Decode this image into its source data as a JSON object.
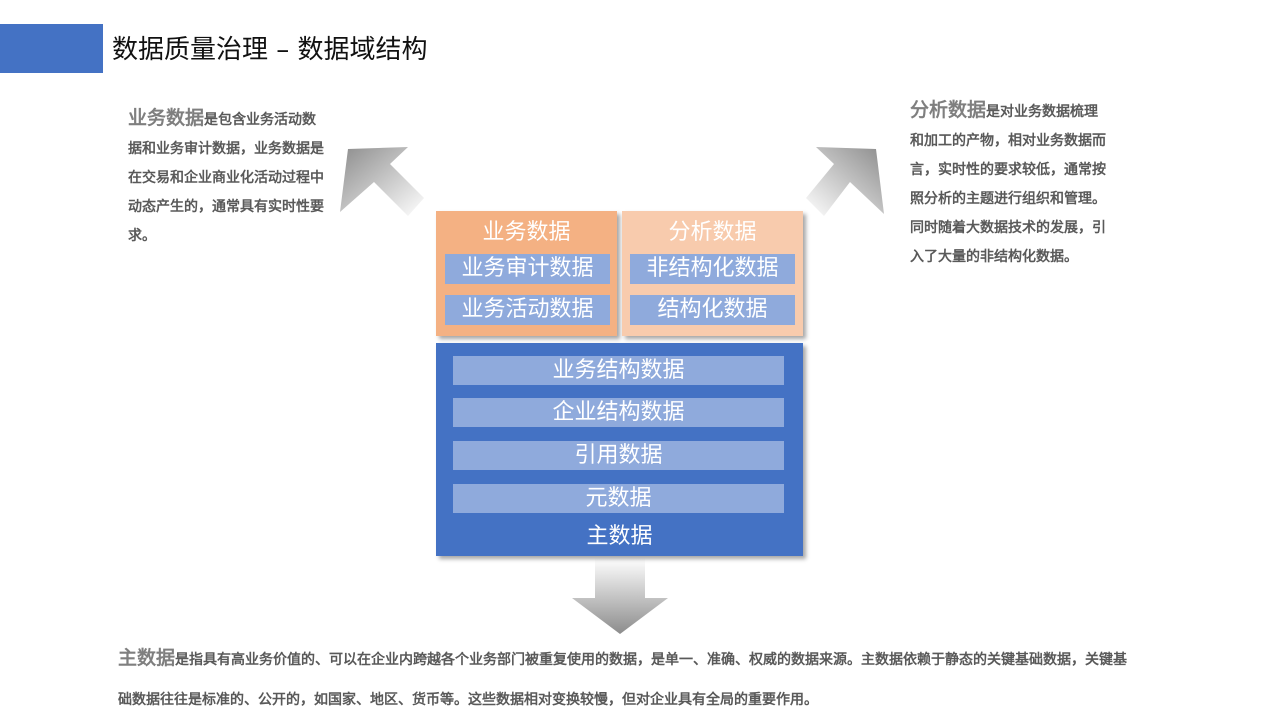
{
  "header": {
    "title": "数据质量治理 – 数据域结构"
  },
  "colors": {
    "accent": "#4472c4",
    "business_box": "#f4b183",
    "analysis_box": "#f8cbad",
    "master_box": "#4472c4",
    "sub_item": "#8faadc"
  },
  "descriptions": {
    "business": {
      "lead": "业务数据",
      "body": "是包含业务活动数据和业务审计数据，业务数据是在交易和企业商业化活动过程中动态产生的，通常具有实时性要求。"
    },
    "analysis": {
      "lead": "分析数据",
      "body": "是对业务数据梳理和加工的产物，相对业务数据而言，实时性的要求较低，通常按照分析的主题进行组织和管理。同时随着大数据技术的发展，引入了大量的非结构化数据。"
    },
    "master": {
      "lead": "主数据",
      "body": "是指具有高业务价值的、可以在企业内跨越各个业务部门被重复使用的数据，是单一、准确、权威的数据来源。主数据依赖于静态的关键基础数据，关键基础数据往往是标准的、公开的，如国家、地区、货币等。这些数据相对变换较慢，但对企业具有全局的重要作用。"
    }
  },
  "diagram": {
    "business": {
      "title": "业务数据",
      "items": [
        "业务审计数据",
        "业务活动数据"
      ]
    },
    "analysis": {
      "title": "分析数据",
      "items": [
        "非结构化数据",
        "结构化数据"
      ]
    },
    "master": {
      "items": [
        "业务结构数据",
        "企业结构数据",
        "引用数据",
        "元数据"
      ],
      "title": "主数据"
    }
  }
}
